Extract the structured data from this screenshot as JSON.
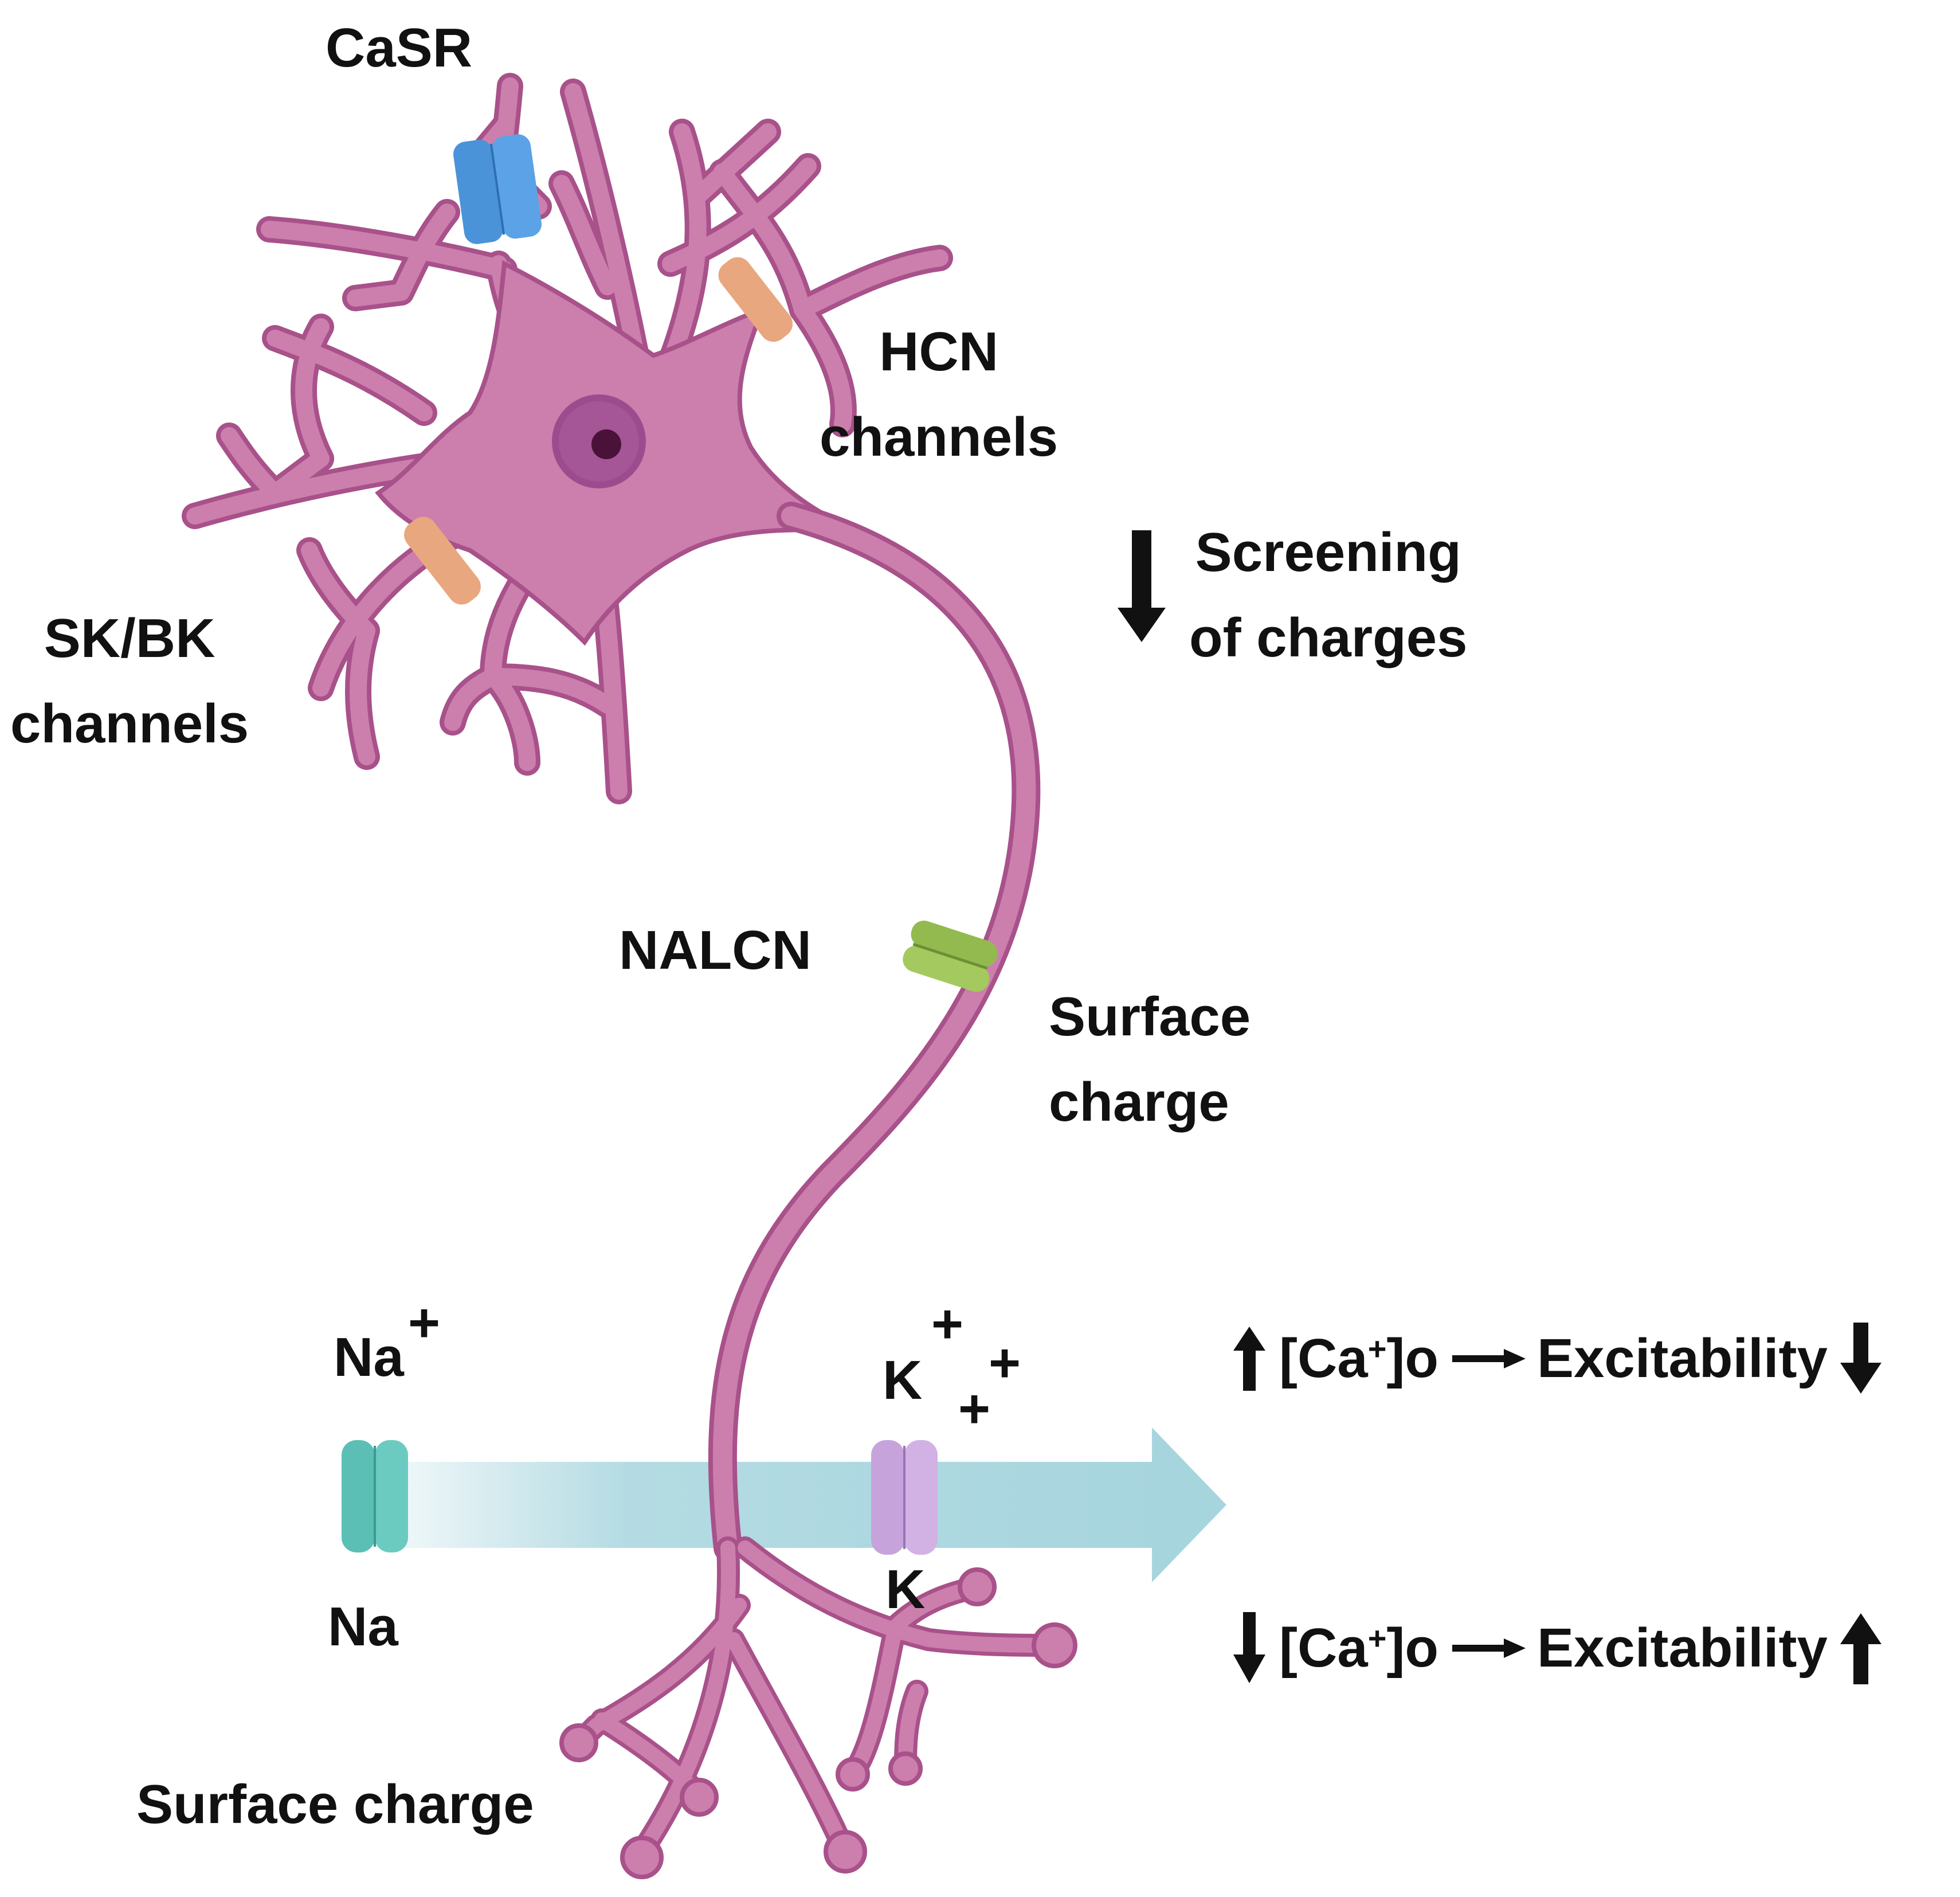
{
  "labels": {
    "casr": "CaSR",
    "hcn": "HCN\nchannels",
    "skbk": "SK/BK\nchannels",
    "screening": "Screening\nof charges",
    "nalcn": "NALCN",
    "surface_charge_mid": "Surface\ncharge",
    "surface_charge_bottom": "Surface charge",
    "na_top": "Na",
    "na_plus": "+",
    "na_bottom": "Na",
    "k_top": "K",
    "k_bottom": "K",
    "k_plus": "+"
  },
  "equations": [
    {
      "left_arrow": "up",
      "term": "[Ca",
      "sup": "+",
      "term_end": "]o",
      "result": "Excitability",
      "right_arrow": "down"
    },
    {
      "left_arrow": "down",
      "term": "[Ca",
      "sup": "+",
      "term_end": "]o",
      "result": "Excitability",
      "right_arrow": "up"
    }
  ],
  "colors": {
    "neuron_fill": "#CC7FAD",
    "neuron_outline": "#A8518A",
    "nucleus": "#9C4C8E",
    "nucleolus": "#4A1238",
    "casr": "#4A93D9",
    "hcn_skbk": "#E8A77F",
    "nalcn": "#93BA4F",
    "na_channel": "#5BBFB5",
    "k_channel": "#C7A3DC",
    "gradient_arrow": "#A7D5DE"
  }
}
